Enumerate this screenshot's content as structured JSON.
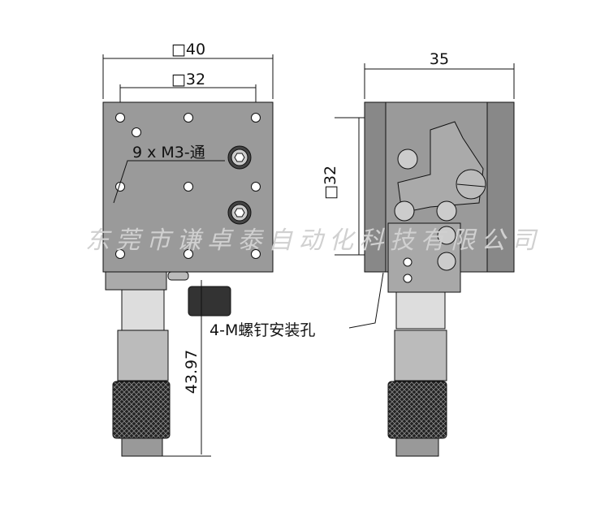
{
  "dimensions": {
    "front_width": "□40",
    "front_hole_pitch": "□32",
    "side_width": "35",
    "side_hole_pitch": "□32",
    "height": "43.97"
  },
  "callouts": {
    "through_holes": "9 x M3-通",
    "mount_holes": "4-M螺钉安装孔"
  },
  "watermark": "东莞市谦卓泰自动化科技有限公司",
  "colors": {
    "body": "#9a9a9a",
    "dark": "#6e6e6e",
    "line": "#111111"
  }
}
